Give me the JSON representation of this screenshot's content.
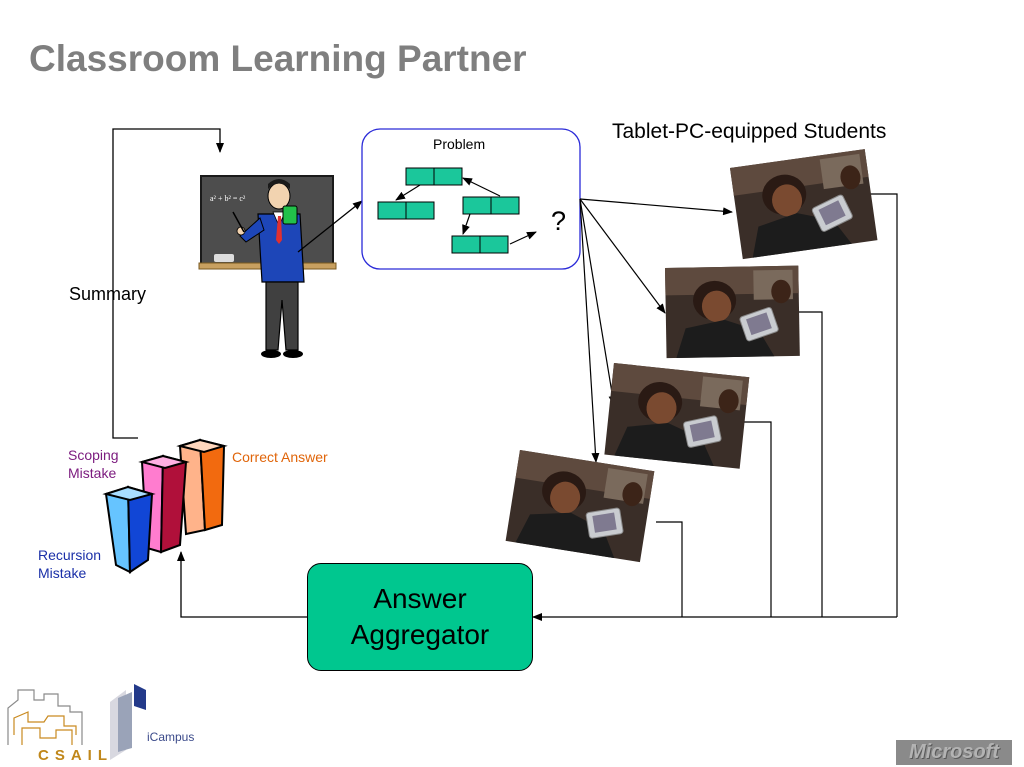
{
  "slide": {
    "title": "Classroom Learning Partner"
  },
  "labels": {
    "students": "Tablet-PC-equipped Students",
    "summary": "Summary",
    "problem": "Problem",
    "question": "?",
    "aggregator": "Answer Aggregator",
    "scoping_mistake": "Scoping Mistake",
    "correct_answer": "Correct Answer",
    "recursion_mistake": "Recursion Mistake"
  },
  "logos": {
    "csail": "CSAIL",
    "icampus": "iCampus",
    "microsoft": "Microsoft"
  },
  "blackboard_formula": "a² + b² = c²",
  "colors": {
    "title": "#7f7f7f",
    "aggregator_fill": "#00c78f",
    "node_fill": "#1bc79b",
    "problem_border": "#2a2ad8",
    "scoping": "#7b1a7e",
    "correct": "#e0650a",
    "recursion": "#1a2fa8"
  }
}
